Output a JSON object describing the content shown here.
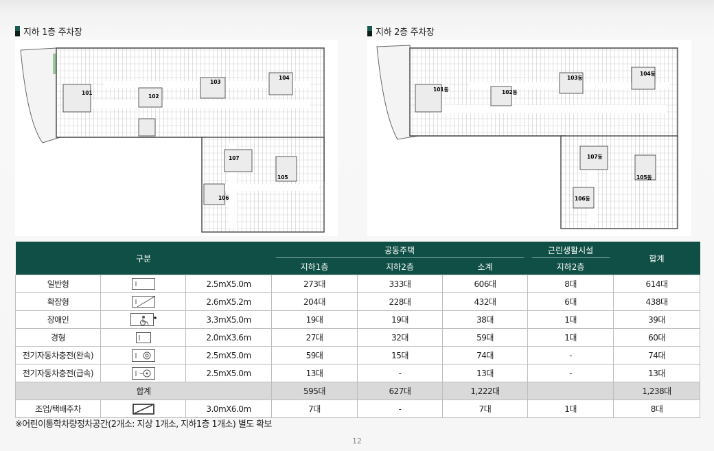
{
  "plans": [
    {
      "title": "지하 1층 주차장",
      "labels": [
        "101",
        "102",
        "103",
        "104",
        "105",
        "106",
        "107"
      ]
    },
    {
      "title": "지하 2층 주차장",
      "labels": [
        "101동",
        "102동",
        "103동",
        "104동",
        "105동",
        "106동",
        "107동"
      ]
    }
  ],
  "table": {
    "header": {
      "gubun": "구분",
      "group_housing": "공동주택",
      "group_retail": "근린생활시설",
      "total": "합계",
      "sub_b1": "지하1층",
      "sub_b2": "지하2층",
      "sub_subtotal": "소계",
      "sub_retail_b2": "지하2층"
    },
    "rows": [
      {
        "name": "일반형",
        "icon": "parking-general-icon",
        "size": "2.5mX5.0m",
        "b1": "273대",
        "b2": "333대",
        "subtotal": "606대",
        "retail": "8대",
        "total": "614대"
      },
      {
        "name": "확장형",
        "icon": "parking-extended-icon",
        "size": "2.6mX5.2m",
        "b1": "204대",
        "b2": "228대",
        "subtotal": "432대",
        "retail": "6대",
        "total": "438대"
      },
      {
        "name": "장애인",
        "icon": "parking-disabled-icon",
        "size": "3.3mX5.0m",
        "b1": "19대",
        "b2": "19대",
        "subtotal": "38대",
        "retail": "1대",
        "total": "39대"
      },
      {
        "name": "경형",
        "icon": "parking-compact-icon",
        "size": "2.0mX3.6m",
        "b1": "27대",
        "b2": "32대",
        "subtotal": "59대",
        "retail": "1대",
        "total": "60대"
      },
      {
        "name": "전기자동차충전(완속)",
        "icon": "ev-slow-charge-icon",
        "size": "2.5mX5.0m",
        "b1": "59대",
        "b2": "15대",
        "subtotal": "74대",
        "retail": "-",
        "total": "74대"
      },
      {
        "name": "전기자동차충전(급속)",
        "icon": "ev-fast-charge-icon",
        "size": "2.5mX5.0m",
        "b1": "13대",
        "b2": "-",
        "subtotal": "13대",
        "retail": "-",
        "total": "13대"
      }
    ],
    "sum_row": {
      "label": "합계",
      "b1": "595대",
      "b2": "627대",
      "subtotal": "1,222대",
      "retail": "",
      "total": "1,238대"
    },
    "last_row": {
      "name": "조업/택배주차",
      "icon": "loading-zone-icon",
      "size": "3.0mX6.0m",
      "b1": "7대",
      "b2": "-",
      "subtotal": "7대",
      "retail": "1대",
      "total": "8대"
    }
  },
  "note": "※어린이통학차량정차공간(2개소: 지상 1개소, 지하1층 1개소) 별도 확보",
  "page_number": "12",
  "colors": {
    "header": "#104f46",
    "total_row": "#d9d9d9",
    "border": "#bdbdbd"
  }
}
